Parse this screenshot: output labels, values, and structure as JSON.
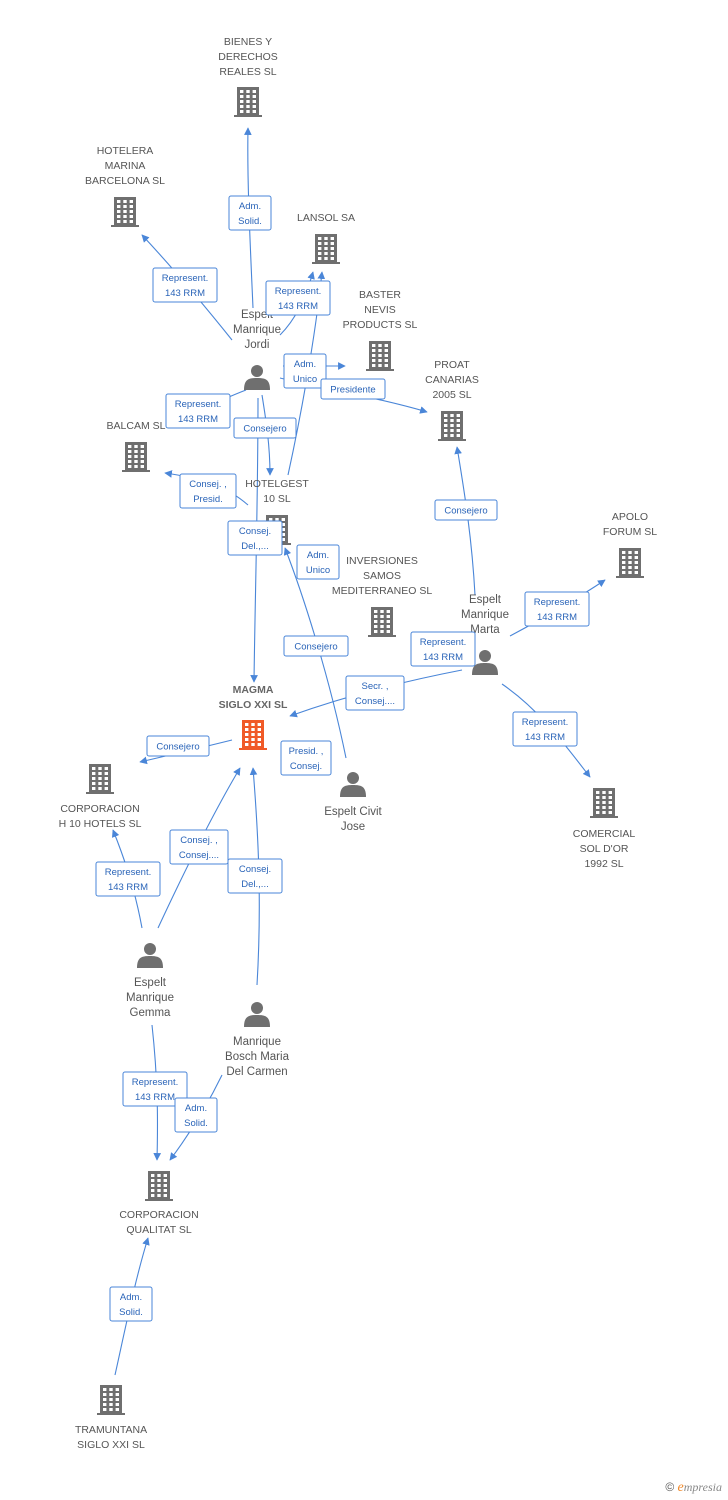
{
  "colors": {
    "building": "#6f6f6f",
    "focus": "#f05a28",
    "person": "#6f6f6f",
    "edge": "#4a86d8"
  },
  "nodes": [
    {
      "id": "bienes",
      "kind": "company",
      "lines": [
        "BIENES Y",
        "DERECHOS",
        "REALES SL"
      ]
    },
    {
      "id": "hotelera",
      "kind": "company",
      "lines": [
        "HOTELERA",
        "MARINA",
        "BARCELONA SL"
      ]
    },
    {
      "id": "lansol",
      "kind": "company",
      "lines": [
        "LANSOL SA"
      ]
    },
    {
      "id": "baster",
      "kind": "company",
      "lines": [
        "BASTER",
        "NEVIS",
        "PRODUCTS SL"
      ]
    },
    {
      "id": "proat",
      "kind": "company",
      "lines": [
        "PROAT",
        "CANARIAS",
        "2005 SL"
      ]
    },
    {
      "id": "balcam",
      "kind": "company",
      "lines": [
        "BALCAM SL"
      ]
    },
    {
      "id": "hotelgest",
      "kind": "company",
      "lines": [
        "HOTELGEST",
        "10 SL"
      ]
    },
    {
      "id": "apolo",
      "kind": "company",
      "lines": [
        "APOLO",
        "FORUM SL"
      ]
    },
    {
      "id": "inversiones",
      "kind": "company",
      "lines": [
        "INVERSIONES",
        "SAMOS",
        "MEDITERRANEO SL"
      ]
    },
    {
      "id": "magma",
      "kind": "focus",
      "lines": [
        "MAGMA",
        "SIGLO XXI SL"
      ]
    },
    {
      "id": "corph10",
      "kind": "company",
      "lines": [
        "CORPORACION",
        "H 10 HOTELS SL"
      ]
    },
    {
      "id": "comercial",
      "kind": "company",
      "lines": [
        "COMERCIAL",
        "SOL D'OR",
        "1992 SL"
      ]
    },
    {
      "id": "qualitat",
      "kind": "company",
      "lines": [
        "CORPORACION",
        "QUALITAT SL"
      ]
    },
    {
      "id": "tramuntana",
      "kind": "company",
      "lines": [
        "TRAMUNTANA",
        "SIGLO XXI SL"
      ]
    },
    {
      "id": "jordi",
      "kind": "person",
      "lines": [
        "Espelt",
        "Manrique",
        "Jordi"
      ]
    },
    {
      "id": "marta",
      "kind": "person",
      "lines": [
        "Espelt",
        "Manrique",
        "Marta"
      ]
    },
    {
      "id": "jose",
      "kind": "person",
      "lines": [
        "Espelt Civit",
        "Jose"
      ]
    },
    {
      "id": "gemma",
      "kind": "person",
      "lines": [
        "Espelt",
        "Manrique",
        "Gemma"
      ]
    },
    {
      "id": "carmen",
      "kind": "person",
      "lines": [
        "Manrique",
        "Bosch Maria",
        "Del Carmen"
      ]
    }
  ],
  "relations": [
    {
      "id": "r1",
      "lines": [
        "Adm.",
        "Solid."
      ]
    },
    {
      "id": "r2",
      "lines": [
        "Represent.",
        "143 RRM"
      ]
    },
    {
      "id": "r3",
      "lines": [
        "Represent.",
        "143 RRM"
      ]
    },
    {
      "id": "r4",
      "lines": [
        "Adm.",
        "Unico"
      ]
    },
    {
      "id": "r5",
      "lines": [
        "Presidente"
      ]
    },
    {
      "id": "r6",
      "lines": [
        "Represent.",
        "143 RRM"
      ]
    },
    {
      "id": "r7",
      "lines": [
        "Consejero"
      ]
    },
    {
      "id": "r8",
      "lines": [
        "Consej. ,",
        "Presid."
      ]
    },
    {
      "id": "r9",
      "lines": [
        "Consej.",
        "Del.,..."
      ]
    },
    {
      "id": "r10",
      "lines": [
        "Adm.",
        "Unico"
      ]
    },
    {
      "id": "r11",
      "lines": [
        "Consejero"
      ]
    },
    {
      "id": "r12",
      "lines": [
        "Consejero"
      ]
    },
    {
      "id": "r13",
      "lines": [
        "Represent.",
        "143 RRM"
      ]
    },
    {
      "id": "r14",
      "lines": [
        "Represent.",
        "143 RRM"
      ]
    },
    {
      "id": "r15",
      "lines": [
        "Secr. ,",
        "Consej...."
      ]
    },
    {
      "id": "r16",
      "lines": [
        "Represent.",
        "143 RRM"
      ]
    },
    {
      "id": "r17",
      "lines": [
        "Consejero"
      ]
    },
    {
      "id": "r18",
      "lines": [
        "Presid. ,",
        "Consej."
      ]
    },
    {
      "id": "r19",
      "lines": [
        "Consej. ,",
        "Consej...."
      ]
    },
    {
      "id": "r20",
      "lines": [
        "Consej.",
        "Del.,..."
      ]
    },
    {
      "id": "r21",
      "lines": [
        "Represent.",
        "143 RRM"
      ]
    },
    {
      "id": "r22",
      "lines": [
        "Represent.",
        "143 RRM"
      ]
    },
    {
      "id": "r23",
      "lines": [
        "Adm.",
        "Solid."
      ]
    },
    {
      "id": "r24",
      "lines": [
        "Adm.",
        "Solid."
      ]
    }
  ],
  "footer": {
    "copyright": "©",
    "brand_initial": "e",
    "brand_rest": "mpresia"
  }
}
